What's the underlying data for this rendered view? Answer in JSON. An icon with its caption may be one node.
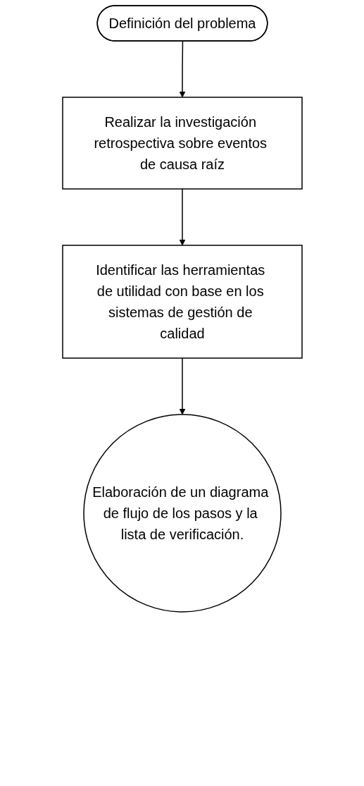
{
  "diagram": {
    "nodes": [
      {
        "text": [
          "Definición del problema"
        ]
      },
      {
        "text": [
          "Realizar la investigación retrospectiva sobre eventos de causa raíz"
        ]
      },
      {
        "text": [
          "Identificar las herramientas de utilidad con base en los sistemas de gestión de calidad"
        ]
      },
      {
        "text": [
          "Elaboración de un diagrama de flujo de los pasos y la lista de verificación."
        ]
      }
    ],
    "edges": [
      {
        "from": 0,
        "to": 1,
        "arrow": "to"
      },
      {
        "from": 1,
        "to": 2,
        "arrow": "to"
      },
      {
        "from": 2,
        "to": 3,
        "arrow": "to"
      }
    ]
  }
}
